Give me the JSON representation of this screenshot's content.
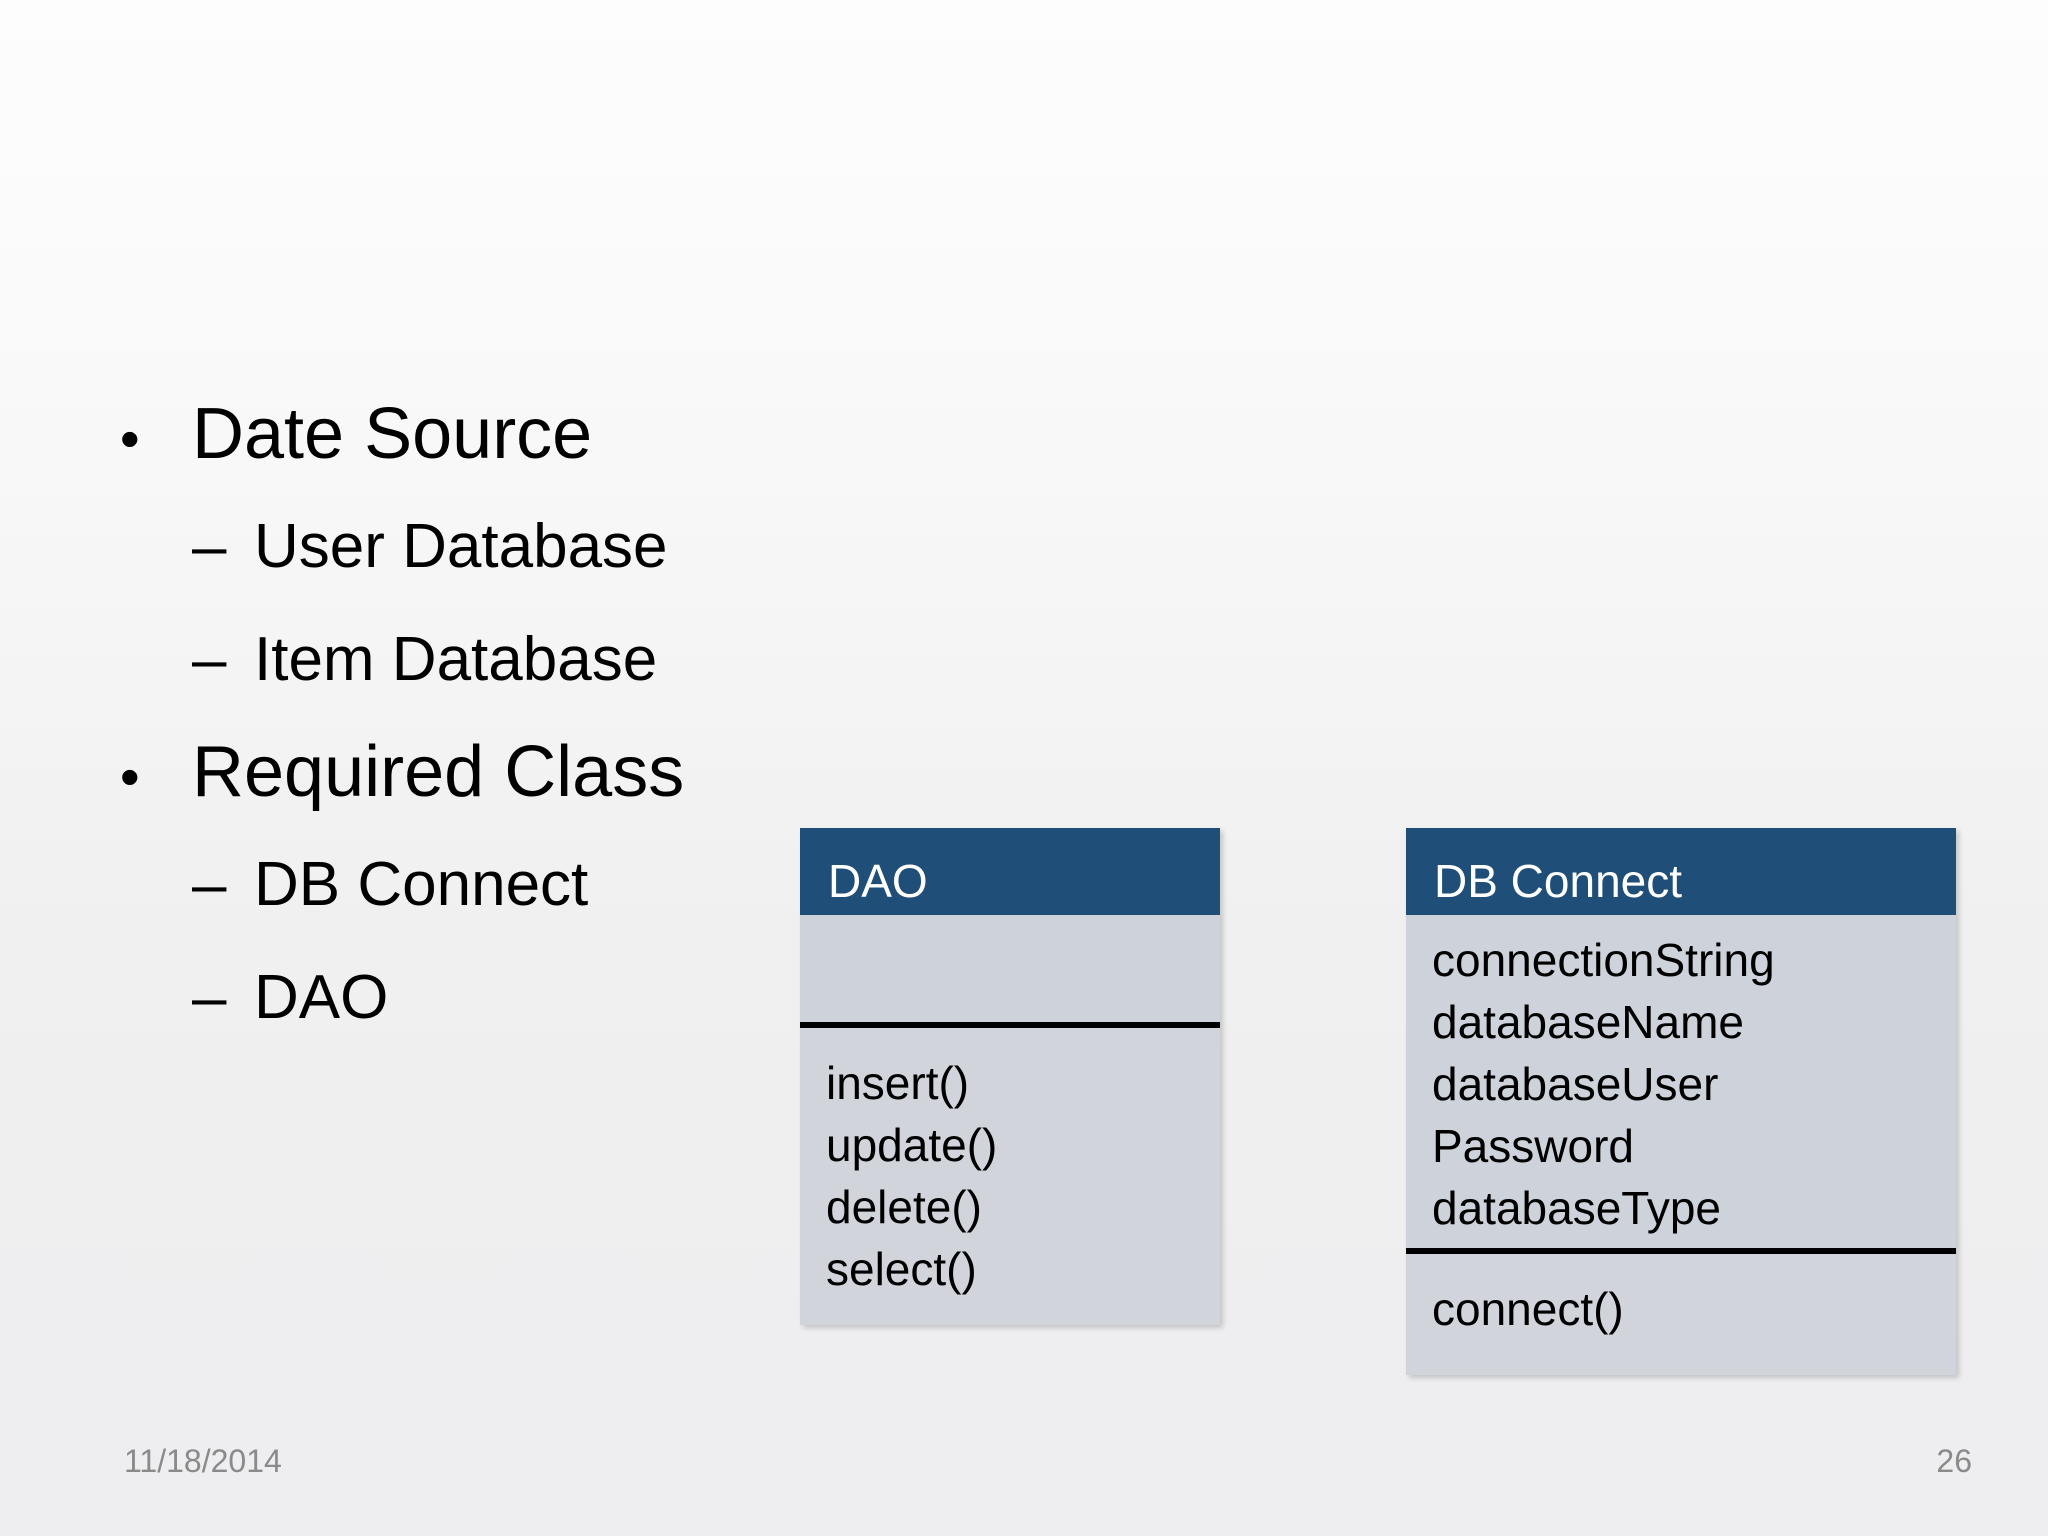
{
  "slide": {
    "background_top_color": "#fdfdfd",
    "background_bottom_color": "#eeeef0",
    "accent_color": "#1F4E79"
  },
  "outline": {
    "items": [
      {
        "level": 1,
        "marker": "•",
        "text": "Date Source"
      },
      {
        "level": 2,
        "marker": "–",
        "text": "User Database"
      },
      {
        "level": 2,
        "marker": "–",
        "text": "Item Database"
      },
      {
        "level": 1,
        "marker": "•",
        "text": "Required Class"
      },
      {
        "level": 2,
        "marker": "–",
        "text": "DB Connect"
      },
      {
        "level": 2,
        "marker": "–",
        "text": "DAO"
      }
    ]
  },
  "class_diagram": {
    "classes": [
      {
        "name": "DAO",
        "attributes": [],
        "methods": [
          "insert()",
          "update()",
          "delete()",
          "select()"
        ]
      },
      {
        "name": "DB Connect",
        "attributes": [
          "connectionString",
          "databaseName",
          "databaseUser",
          "Password",
          "databaseType"
        ],
        "methods": [
          "connect()"
        ]
      }
    ]
  },
  "footer": {
    "date": "11/18/2014",
    "page_number": "26"
  }
}
